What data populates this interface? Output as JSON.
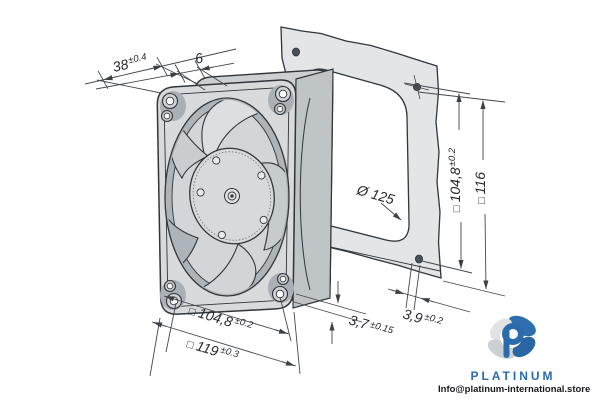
{
  "dims": {
    "depth": {
      "value": "38",
      "tol": "±0.4"
    },
    "ring": {
      "value": "6"
    },
    "opening": {
      "symbol": "Ø ",
      "value": "125"
    },
    "holes_right": {
      "symbol": "□ ",
      "value": "104,8",
      "tol": "±0.2"
    },
    "outer_right": {
      "symbol": "□ ",
      "value": "116"
    },
    "holes_bottom": {
      "symbol": "□ ",
      "value": "104,8",
      "tol": "±0.2"
    },
    "outer_bottom": {
      "symbol": "□ ",
      "value": "119",
      "tol": "±0.3"
    },
    "flange": {
      "value": "3,7",
      "tol": "±0.15"
    },
    "gasket": {
      "value": "3,9",
      "tol": "±0.2"
    }
  },
  "branding": {
    "name": "PLATINUM",
    "contact": "Info@platinum-international.store"
  },
  "colors": {
    "outline": "#31363b",
    "dimension_line": "#43484d",
    "fan_body": "#d8dadc",
    "fan_dark": "#aeb5ba",
    "gasket": "#e3e5e6",
    "brand_blue": "#2a6cab",
    "brand_gray": "#cdd0d2",
    "background": "#ffffff"
  }
}
